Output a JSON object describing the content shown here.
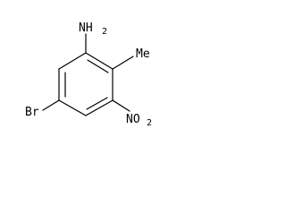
{
  "structure": {
    "substituents": {
      "amine": {
        "label": "NH",
        "subscript": "2"
      },
      "methyl": {
        "label": "Me"
      },
      "nitro": {
        "label": "NO",
        "subscript": "2"
      },
      "bromo": {
        "label": "Br"
      }
    }
  },
  "colors": {
    "background": "#ffffff",
    "ink": "#000000"
  }
}
